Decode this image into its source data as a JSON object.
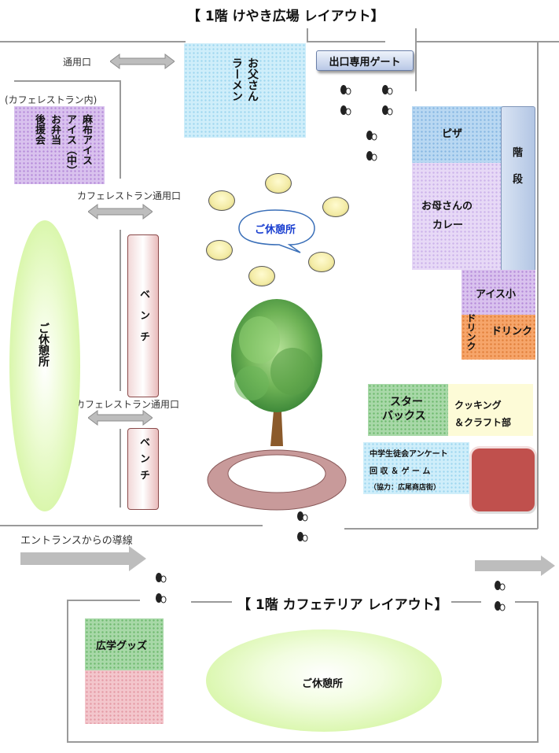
{
  "titles": {
    "top": "【 1階  けやき広場 レイアウト】",
    "bottom": "【 1階  カフェテリア レイアウト】"
  },
  "labels": {
    "service_entrance": "通用口",
    "cafe_inside": "(カフェレストラン内)",
    "cafe_service_1": "カフェレストラン通用口",
    "cafe_service_2": "カフェレストラン通用口",
    "entrance_flow": "エントランスからの導線"
  },
  "stalls": {
    "ramen": "お父さん\nラーメン",
    "exit_gate": "出口専用ゲート",
    "azabu": "麻布アイス\nアイス（中）\nお弁当\n後援会",
    "pizza": "ピザ",
    "stairs": "階\n\n段",
    "curry_1": "お母さんの",
    "curry_2": "カレー",
    "ice_small": "アイス小",
    "drink_h": "ドリンク",
    "drink_v": "ドリンク",
    "starbucks_1": "スター",
    "starbucks_2": "バックス",
    "cooking_1": "クッキング",
    "cooking_2": "＆クラフト部",
    "survey_1": "中学生徒会アンケート",
    "survey_2": "回 収 ＆ ゲ ー ム",
    "survey_3": "（協力：広尾商店街）",
    "goods": "広学グッズ"
  },
  "rest_areas": {
    "bubble": "ご休憩所",
    "left": "ご休憩所",
    "cafeteria": "ご休憩所"
  },
  "benches": {
    "upper": "ベンチ",
    "lower": "ベンチ"
  },
  "colors": {
    "arrow": "#bdbdbd",
    "wall": "#9a9a9a",
    "lawn": "#c9f28a",
    "planter": "#c89a9a",
    "red_box": "#c0504d",
    "bubble_text": "#1a3fd0"
  }
}
